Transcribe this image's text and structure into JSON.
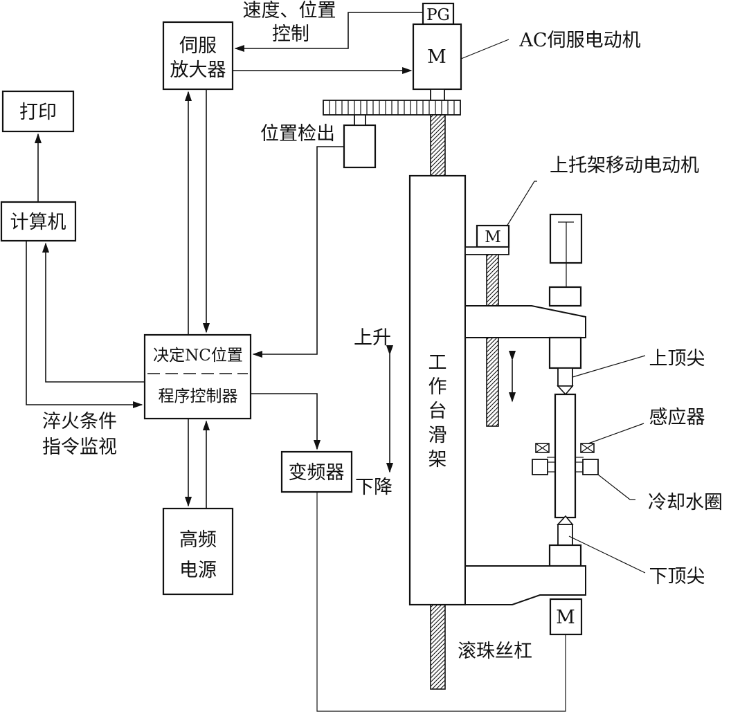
{
  "labels": {
    "print": "打印",
    "computer": "计算机",
    "servo_amp_1": "伺服",
    "servo_amp_2": "放大器",
    "speed_pos_1": "速度、位置",
    "speed_pos_2": "控制",
    "pg": "PG",
    "motor_m": "M",
    "ac_servo_motor": "AC伺服电动机",
    "pos_detect": "位置检出",
    "upper_carriage_motor": "上托架移动电动机",
    "nc_position": "决定NC位置",
    "program_controller": "程序控制器",
    "quench_1": "淬火条件",
    "quench_2": "指令监视",
    "inverter": "变频器",
    "hf_power_1": "高频",
    "hf_power_2": "电源",
    "up": "上升",
    "down": "下降",
    "table_slide": [
      "工",
      "作",
      "台",
      "滑",
      "架"
    ],
    "upper_center": "上顶尖",
    "inductor": "感应器",
    "cooling_ring": "冷却水圈",
    "lower_center": "下顶尖",
    "ball_screw": "滚珠丝杠"
  }
}
